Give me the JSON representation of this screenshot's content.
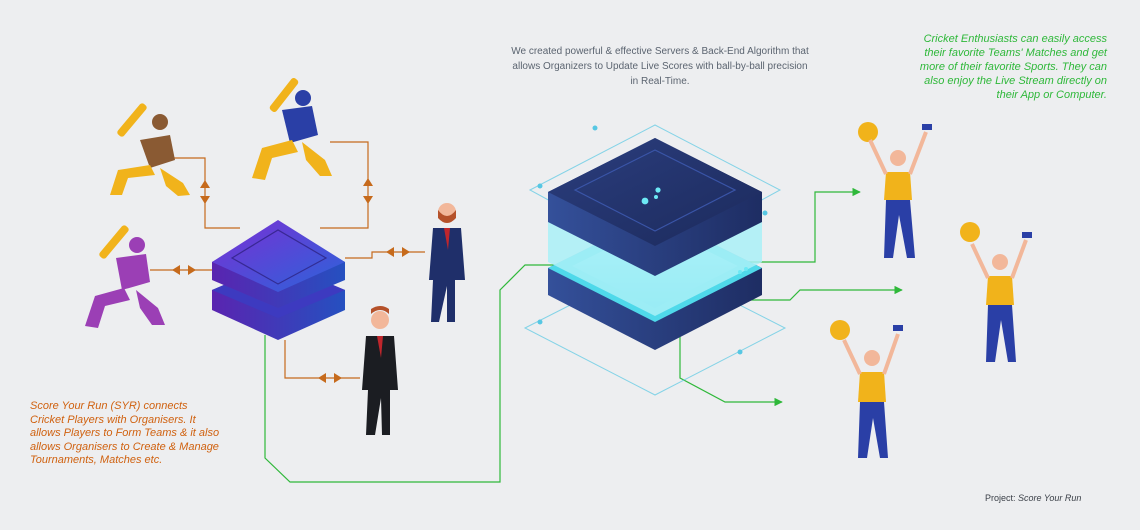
{
  "notes": {
    "center": "We created powerful & effective Servers & Back-End Algorithm that allows Organizers to Update Live Scores with ball-by-ball precision in Real-Time.",
    "fans": "Cricket Enthusiasts can easily access their favorite Teams' Matches and get more of their favorite Sports. They can also enjoy the Live Stream directly on their App or Computer.",
    "syr": "Score Your Run (SYR) connects Cricket Players with Organisers. It allows Players to Form Teams & it also allows Organisers to Create & Manage Tournaments, Matches etc."
  },
  "project": {
    "label": "Project:",
    "name": "Score Your Run"
  },
  "colors": {
    "background": "#edeef0",
    "orange": "#d0610f",
    "green": "#2fb83a",
    "server_dark": "#23346b",
    "server_glow": "#57e3f0",
    "hub_purple": "#6c2fd0",
    "hub_blue": "#2f5fd6",
    "jersey_yellow": "#f1b31b",
    "jersey_blue": "#2a3fa6",
    "jersey_purple": "#9b3fb5",
    "jersey_brown": "#8a5a33",
    "suit_navy": "#1f2f6a",
    "suit_black": "#1b1d22"
  },
  "icons": {
    "players": "cricket-batsman-icon",
    "organisers": "businessman-icon",
    "fans": "cheering-fan-icon",
    "hub": "layered-platform-icon",
    "server": "server-stack-icon",
    "flow_arrow": "double-arrow-icon"
  }
}
